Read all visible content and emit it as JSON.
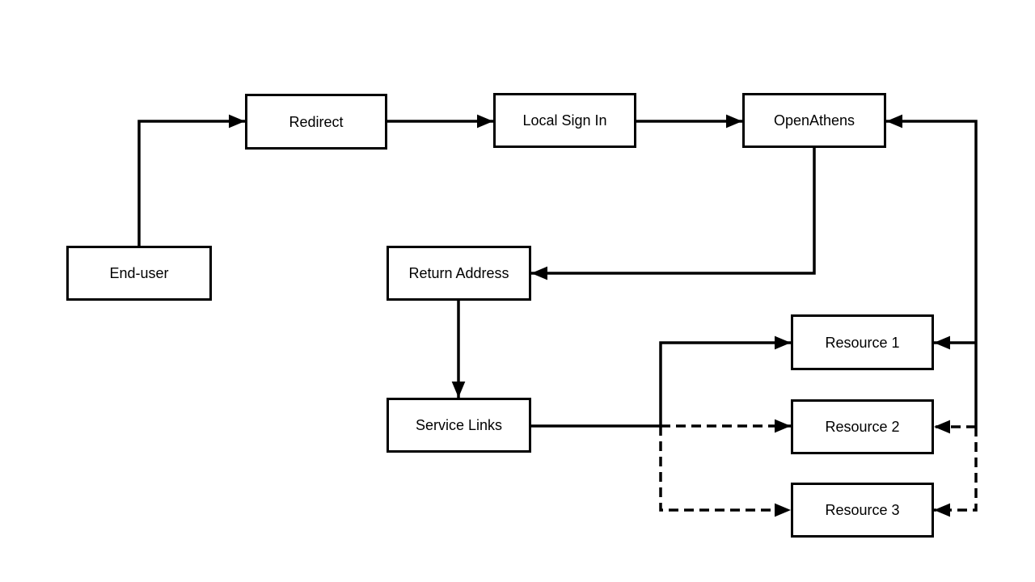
{
  "diagram": {
    "background_color": "#ffffff",
    "line_color": "#000000",
    "nodes": {
      "end_user": {
        "label": "End-user"
      },
      "redirect": {
        "label": "Redirect"
      },
      "local_sign_in": {
        "label": "Local Sign In"
      },
      "openathens": {
        "label": "OpenAthens"
      },
      "return_address": {
        "label": "Return Address"
      },
      "service_links": {
        "label": "Service Links"
      },
      "resource_1": {
        "label": "Resource 1"
      },
      "resource_2": {
        "label": "Resource 2"
      },
      "resource_3": {
        "label": "Resource 3"
      }
    },
    "edges": [
      {
        "from": "End-user",
        "to": "Redirect",
        "style": "solid"
      },
      {
        "from": "Redirect",
        "to": "Local Sign In",
        "style": "solid"
      },
      {
        "from": "Local Sign In",
        "to": "OpenAthens",
        "style": "solid"
      },
      {
        "from": "OpenAthens",
        "to": "Return Address",
        "style": "solid"
      },
      {
        "from": "Return Address",
        "to": "Service Links",
        "style": "solid"
      },
      {
        "from": "Service Links",
        "to": "Resource 1",
        "style": "solid"
      },
      {
        "from": "Service Links",
        "to": "Resource 2",
        "style": "dashed"
      },
      {
        "from": "Service Links",
        "to": "Resource 3",
        "style": "dashed"
      },
      {
        "from": "Resource 1",
        "to": "OpenAthens",
        "style": "solid"
      },
      {
        "from": "OpenAthens",
        "to": "Resource 1",
        "style": "solid"
      },
      {
        "from": "OpenAthens",
        "to": "Resource 2",
        "style": "dashed"
      },
      {
        "from": "OpenAthens",
        "to": "Resource 3",
        "style": "dashed"
      }
    ]
  }
}
